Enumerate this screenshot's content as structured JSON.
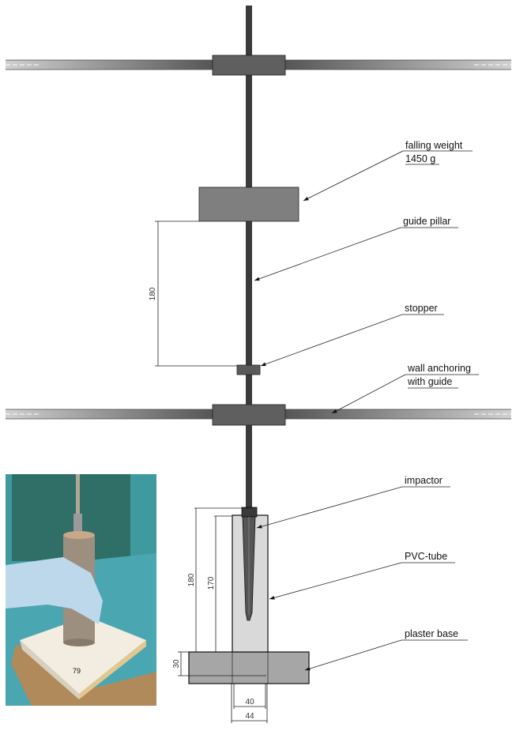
{
  "labels": {
    "falling_weight": "falling weight",
    "falling_weight_mass": "1450 g",
    "guide_pillar": "guide pillar",
    "stopper": "stopper",
    "wall_anchoring_1": "wall anchoring",
    "wall_anchoring_2": "with guide",
    "impactor": "impactor",
    "pvc_tube": "PVC-tube",
    "plaster_base": "plaster base"
  },
  "dimensions": {
    "drop_height": "180",
    "tube_total": "180",
    "tube_inner": "170",
    "base_height": "30",
    "tube_inner_diameter": "40",
    "tube_outer_diameter": "44"
  },
  "photo": {
    "block_marking": "79"
  },
  "colors": {
    "pillar": "#3a3a3a",
    "bracket": "#5f5f5f",
    "weight": "#7f7f7f",
    "tube": "#d9d9d9",
    "base": "#a6a6a6",
    "photo_background": "#3f9aa0",
    "glove": "#bcd8ea",
    "pvc": "#9d8f80"
  }
}
